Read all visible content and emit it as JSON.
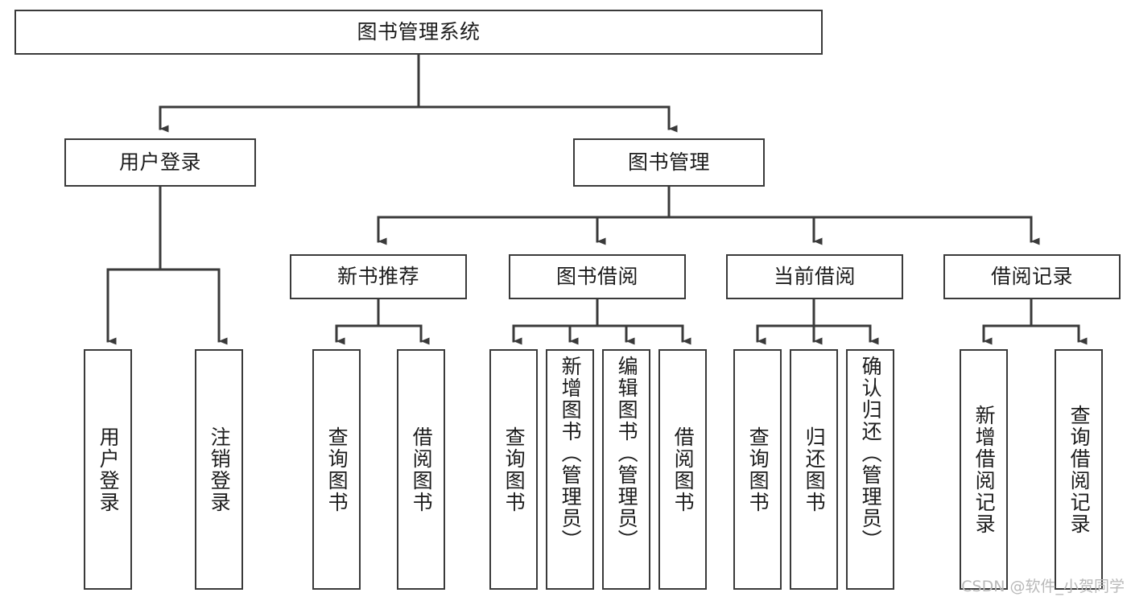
{
  "diagram": {
    "title": "图书管理系统",
    "type": "tree-hierarchy-chart",
    "root": {
      "id": "root",
      "label": "图书管理系统"
    },
    "level2": [
      {
        "id": "user-login",
        "label": "用户登录"
      },
      {
        "id": "book-manage",
        "label": "图书管理"
      }
    ],
    "level3": [
      {
        "id": "new-book-rec",
        "label": "新书推荐"
      },
      {
        "id": "book-borrow",
        "label": "图书借阅"
      },
      {
        "id": "current-borrow",
        "label": "当前借阅"
      },
      {
        "id": "borrow-record",
        "label": "借阅记录"
      }
    ],
    "leaves": [
      {
        "id": "leaf-user-login",
        "label": "用户登录",
        "parent": "user-login"
      },
      {
        "id": "leaf-logout-login",
        "label": "注销登录",
        "parent": "user-login"
      },
      {
        "id": "leaf-query-book-1",
        "label": "查询图书",
        "parent": "new-book-rec"
      },
      {
        "id": "leaf-borrow-book-1",
        "label": "借阅图书",
        "parent": "new-book-rec"
      },
      {
        "id": "leaf-query-book-2",
        "label": "查询图书",
        "parent": "book-borrow"
      },
      {
        "id": "leaf-add-book",
        "label": "新增图书（管理员）",
        "parent": "book-borrow"
      },
      {
        "id": "leaf-edit-book",
        "label": "编辑图书（管理员）",
        "parent": "book-borrow"
      },
      {
        "id": "leaf-borrow-book-2",
        "label": "借阅图书",
        "parent": "book-borrow"
      },
      {
        "id": "leaf-query-book-3",
        "label": "查询图书",
        "parent": "current-borrow"
      },
      {
        "id": "leaf-return-book",
        "label": "归还图书",
        "parent": "current-borrow"
      },
      {
        "id": "leaf-confirm-return",
        "label": "确认归还（管理员）",
        "parent": "current-borrow"
      },
      {
        "id": "leaf-add-record",
        "label": "新增借阅记录",
        "parent": "borrow-record"
      },
      {
        "id": "leaf-query-record",
        "label": "查询借阅记录",
        "parent": "borrow-record"
      }
    ],
    "watermark": "CSDN @软件_小贺同学",
    "colors": {
      "border": "#3a3a3a",
      "background": "#ffffff",
      "text": "#1c1c1c",
      "watermark": "#b9b9b9"
    }
  }
}
